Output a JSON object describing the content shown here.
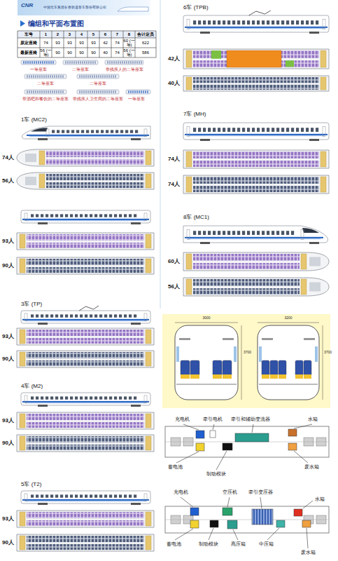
{
  "diagram": {
    "title": "编组和平面布置图",
    "labels": [
      "CNR",
      "中国北车集团长春轨道客车股份有限公司",
      "车号",
      "1",
      "2",
      "3",
      "4",
      "5",
      "6",
      "7",
      "8",
      "合计定员",
      "原定座椅",
      "74",
      "93",
      "93",
      "93",
      "93",
      "42",
      "74",
      "60 (一等)",
      "622",
      "最新座椅",
      "56 (一等)",
      "90",
      "90",
      "90",
      "90",
      "40",
      "74",
      "56 (一等)",
      "586",
      "一等座车",
      "二等座车",
      "带残疾人的二等座车",
      "二等座车",
      "二等座车",
      "带酒吧和餐饮的二等座车",
      "带残疾人卫生间的二等座车",
      "一等座车",
      "1车 (MC2)",
      "3车 (TP)",
      "4车 (M2)",
      "5车 (T2)",
      "6车 (TPB)",
      "7车 (MH)",
      "8车 (MC1)",
      "74人",
      "56人",
      "93人",
      "90人",
      "93人",
      "90人",
      "93人",
      "90人",
      "93人",
      "90人",
      "42人",
      "40人",
      "74人",
      "74人",
      "60人",
      "56人",
      "3000",
      "3200",
      "3700",
      "3700",
      "充电机",
      "牵引电机",
      "牵引和辅助变流器",
      "水箱",
      "蓄电池",
      "制动模块",
      "废水箱",
      "充电机",
      "空压机",
      "牵引变压器",
      "水箱",
      "蓄电池",
      "制动模块",
      "高压箱",
      "中压箱",
      "废水箱"
    ]
  }
}
